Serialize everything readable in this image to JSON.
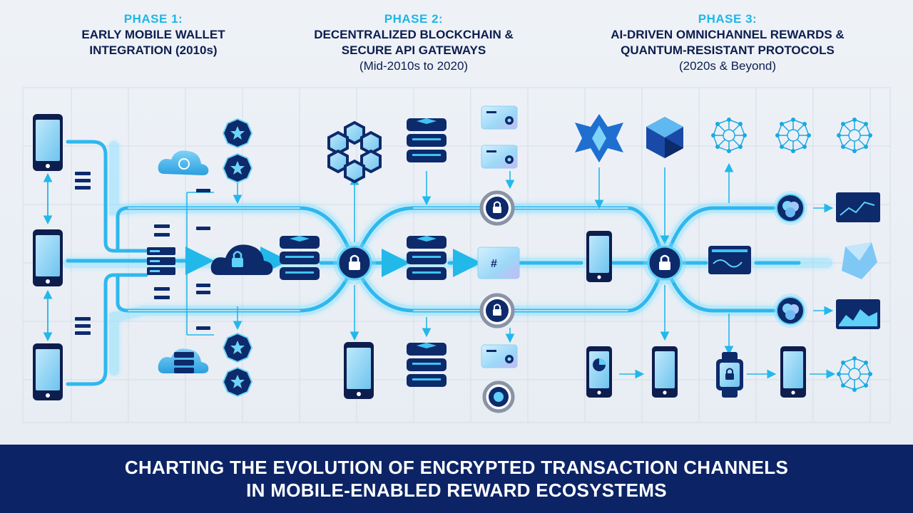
{
  "phases": [
    {
      "tag": "PHASE 1:",
      "title_lines": [
        "EARLY MOBILE WALLET",
        "INTEGRATION (2010s)"
      ],
      "subtitle": ""
    },
    {
      "tag": "PHASE 2:",
      "title_lines": [
        "DECENTRALIZED BLOCKCHAIN &",
        "SECURE API GATEWAYS"
      ],
      "subtitle": "(Mid-2010s to 2020)"
    },
    {
      "tag": "PHASE 3:",
      "title_lines": [
        "AI-DRIVEN OMNICHANNEL REWARDS &",
        "QUANTUM-RESISTANT PROTOCOLS"
      ],
      "subtitle": "(2020s & Beyond)"
    }
  ],
  "footer": {
    "line1": "CHARTING THE EVOLUTION OF ENCRYPTED TRANSACTION CHANNELS",
    "line2": "IN MOBILE-ENABLED REWARD ECOSYSTEMS"
  },
  "colors": {
    "navy": "#0c2466",
    "cyan": "#22b8ea",
    "glow": "#7fe0ff",
    "grid": "#d6dde8"
  },
  "icons": {
    "phase1": [
      "smartphone-icon",
      "server-rack-icon",
      "cloud-lock-icon",
      "cloud-server-icon",
      "star-badge-icon"
    ],
    "phase2": [
      "hexagon-network-icon",
      "database-stack-icon",
      "padlock-hub-icon",
      "secure-card-icon",
      "lock-ring-icon"
    ],
    "phase3": [
      "crystal-flower-icon",
      "polyhedron-icon",
      "neural-network-icon",
      "ai-orb-icon",
      "line-chart-icon",
      "area-chart-icon",
      "smartwatch-icon",
      "processor-icon",
      "gem-icon"
    ]
  }
}
